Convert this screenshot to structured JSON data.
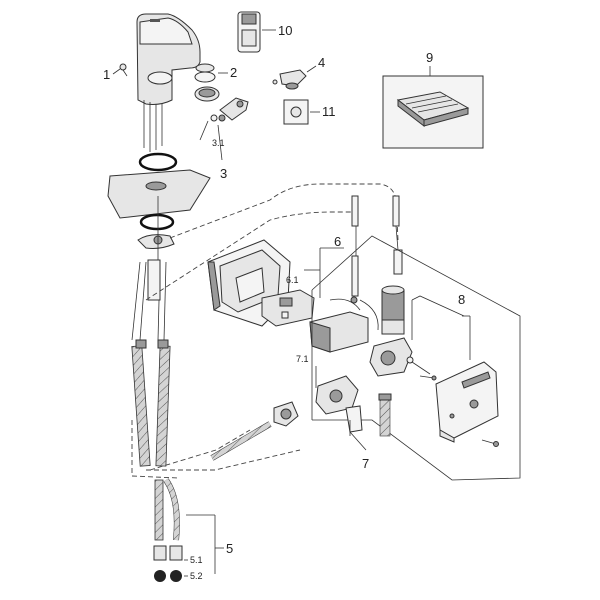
{
  "callouts": {
    "c1": "1",
    "c2": "2",
    "c3": "3",
    "c3_1": "3.1",
    "c4": "4",
    "c5": "5",
    "c5_1": "5.1",
    "c5_2": "5.2",
    "c6": "6",
    "c6_1": "6.1",
    "c7": "7",
    "c7_1": "7.1",
    "c8": "8",
    "c9": "9",
    "c10": "10",
    "c11": "11"
  },
  "colors": {
    "line": "#333333",
    "part_fill": "#e6e6e6",
    "part_dark": "#9a9a9a",
    "background": "#ffffff"
  }
}
